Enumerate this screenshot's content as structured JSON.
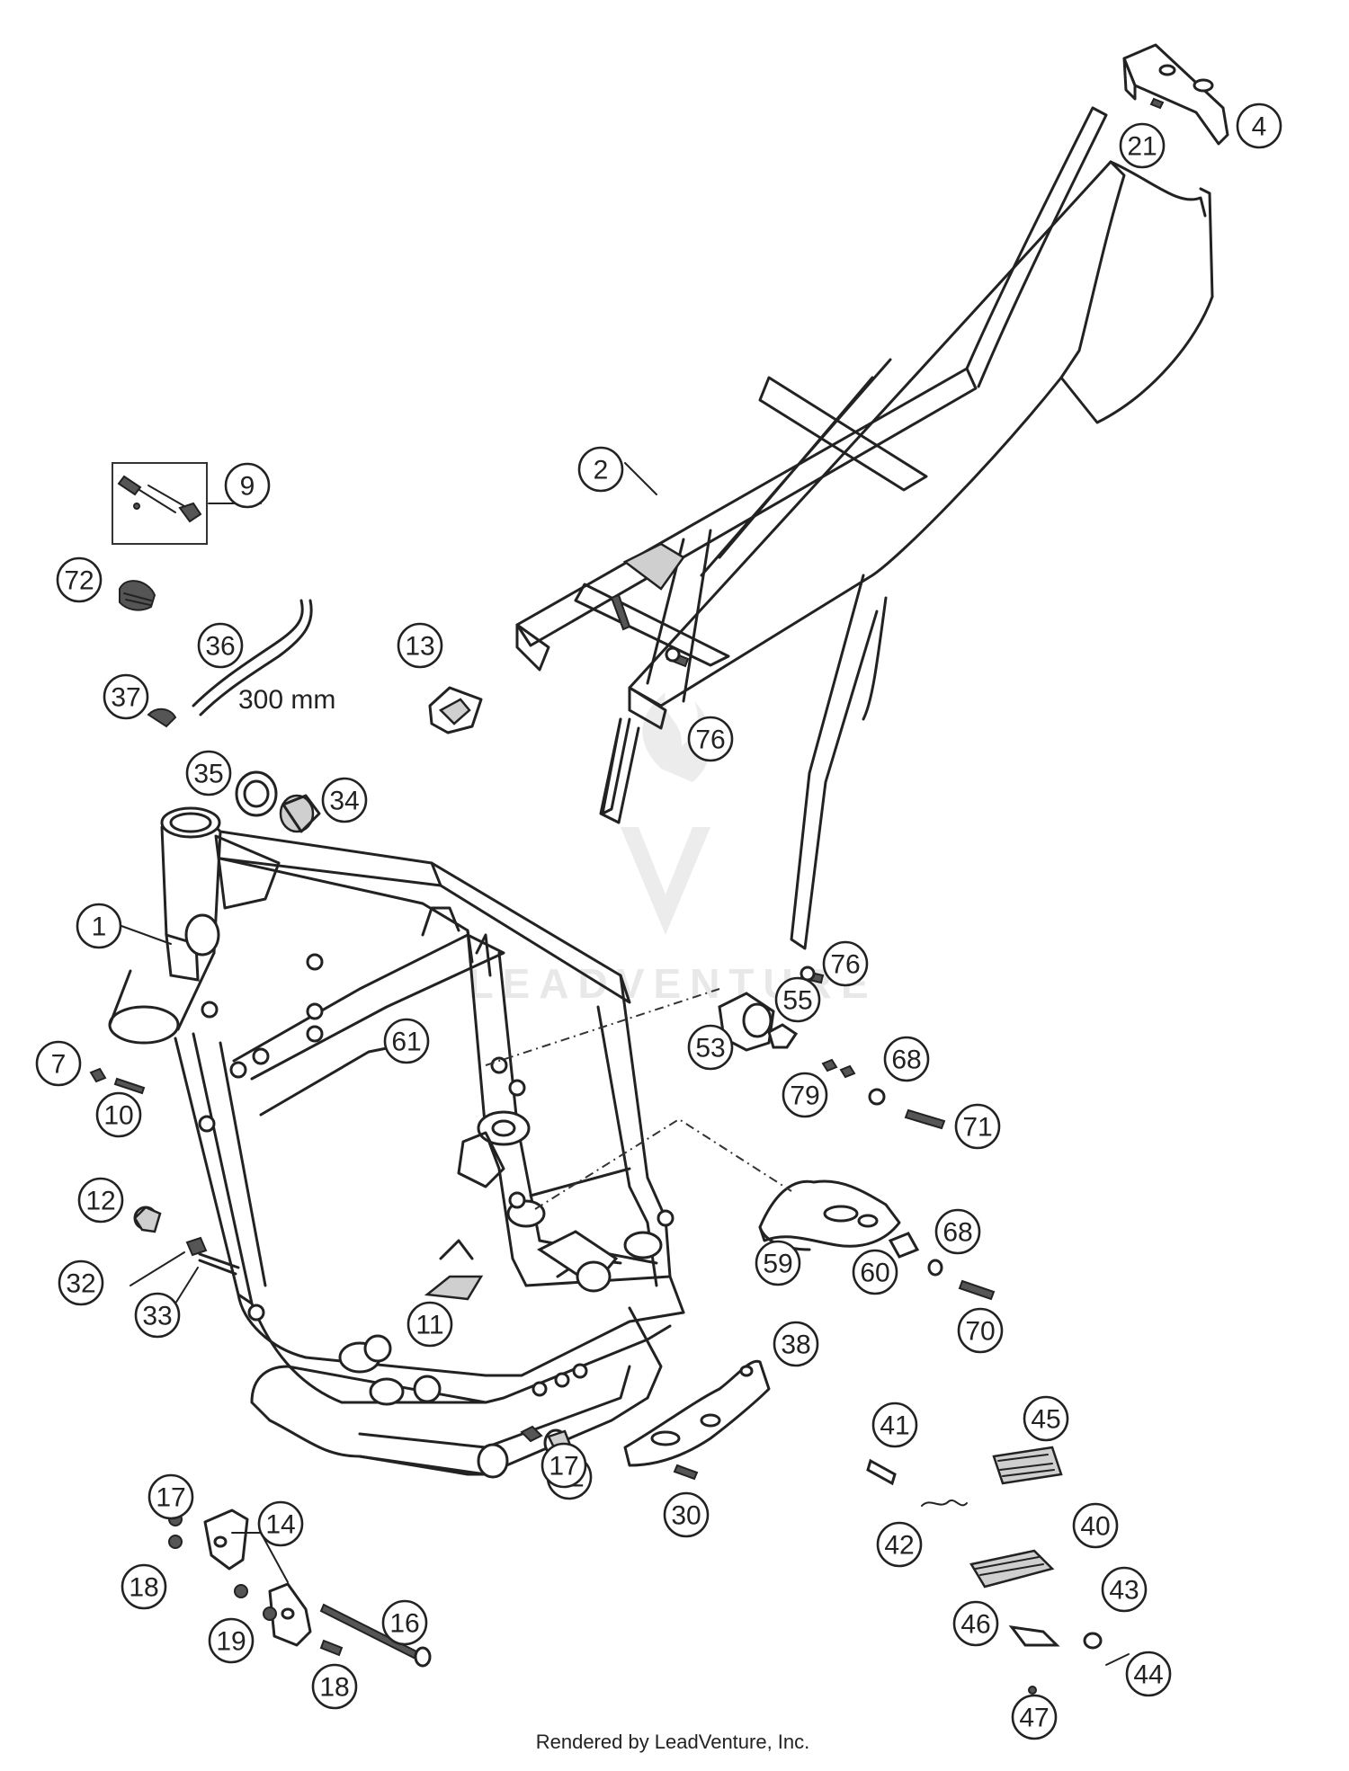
{
  "callouts": [
    "1",
    "2",
    "4",
    "7",
    "9",
    "10",
    "11",
    "12",
    "12",
    "13",
    "14",
    "16",
    "17",
    "17",
    "18",
    "18",
    "19",
    "21",
    "30",
    "32",
    "33",
    "34",
    "35",
    "36",
    "37",
    "38",
    "40",
    "41",
    "42",
    "43",
    "44",
    "45",
    "46",
    "47",
    "53",
    "55",
    "59",
    "60",
    "61",
    "68",
    "68",
    "70",
    "71",
    "72",
    "76",
    "76",
    "79"
  ],
  "dimension_label": "300 mm",
  "watermark": "LEADVENTURE",
  "credit": "Rendered by LeadVenture, Inc."
}
